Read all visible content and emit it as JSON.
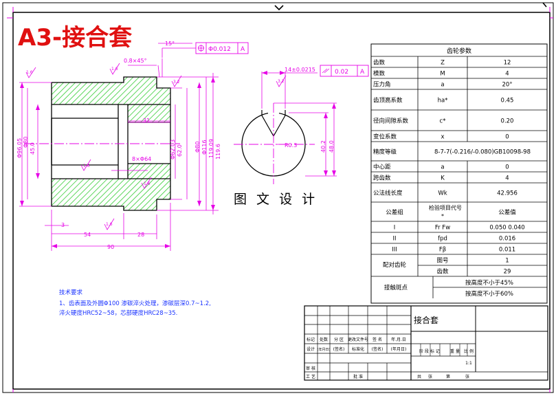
{
  "sheet_title": "A3-接合套",
  "watermark": "图 文 设 计",
  "colors": {
    "magenta": "#e600e6",
    "green": "#33cc33",
    "title_red": "#e01010",
    "blue": "#1a33ff",
    "black": "#000000"
  },
  "drawing": {
    "tolerances": {
      "position": "Φ0.012",
      "position_datum": "A",
      "parallel": "0.02",
      "parallel_datum": "A"
    },
    "dims": {
      "tl_chamfer": "0.8×45°",
      "angle": "15°",
      "d_9605": "Φ96.05",
      "d_45": "45.0",
      "d_80": "Φ80",
      "d_31": "31",
      "d_6203": "Φ62.03",
      "d_62": "62.0",
      "d_80b": "Φ80",
      "d_116": "Φ116",
      "d_11909": "119.09",
      "d_1196": "119.6",
      "spline": "8×Φ64",
      "len_3": "3",
      "len_54": "54",
      "len_28": "28",
      "len_90": "90",
      "width_14": "14±0.0215",
      "r03": "R0.3",
      "h_402": "40.2",
      "h_480": "48.0",
      "rough1": "1.6",
      "rough2": "1.6",
      "rough3": "1.6",
      "rough4": "1.6",
      "rough5": "3.2",
      "rough6": "1.6",
      "rough7": "3.2"
    }
  },
  "notes": {
    "heading": "技术要求",
    "line1": "1、齿表面及外圆Φ100 渗碳淬火处理，渗碳层深0.7~1.2,",
    "line2": "淬火硬度HRC52~58，芯部硬度HRC28~35."
  },
  "params": {
    "title": "齿轮参数",
    "rows": [
      {
        "name": "齿数",
        "sym": "Z",
        "val": "12"
      },
      {
        "name": "模数",
        "sym": "M",
        "val": "4"
      },
      {
        "name": "压力角",
        "sym": "a",
        "val": "20°"
      },
      {
        "name": "齿顶高系数",
        "sym": "ha*",
        "val": "0.45"
      },
      {
        "name": "径向间隙系数",
        "sym": "c*",
        "val": "0.20"
      },
      {
        "name": "变位系数",
        "sym": "x",
        "val": "0"
      },
      {
        "name": "精度等级",
        "combined": "8-7-7(-0.216/-0.080)GB10098-98"
      },
      {
        "name": "中心距",
        "sym": "a",
        "val": "0"
      },
      {
        "name": "跨齿数",
        "sym": "K",
        "val": "4"
      },
      {
        "name": "公法线长度",
        "sym": "Wk",
        "val": "42.956"
      }
    ],
    "group_label": "公差组",
    "group_h1": "检验项目代号",
    "group_h1b": "*",
    "group_h2": "公差值",
    "group_rows": [
      {
        "grp": "I",
        "code": "Fr  Fw",
        "val": "0.050  0.040"
      },
      {
        "grp": "II",
        "code": "fpd",
        "val": "0.016"
      },
      {
        "grp": "III",
        "code": "Fβ",
        "val": "0.011"
      }
    ],
    "pair_label": "配对齿轮",
    "pair_rows": [
      {
        "k": "图号",
        "v": "1"
      },
      {
        "k": "齿数",
        "v": "29"
      }
    ],
    "contact_label": "接触斑点",
    "contact_rows": [
      "按高度不小于45%",
      "按高度不小于60%"
    ]
  },
  "titleblock": {
    "part_name": "接合套",
    "row_labels": [
      "标记",
      "处数",
      "分 区",
      "更改文件号",
      "签 名",
      "年.月.日"
    ],
    "row2": [
      "设计",
      "(签名)",
      "(年月日)",
      "标准化",
      "(签名)",
      "(年月日)"
    ],
    "row3": [
      "审 核"
    ],
    "row4": [
      "工 艺",
      "批 准"
    ],
    "stage_labels": [
      "阶 段 标 记",
      "重 量",
      "比 例"
    ],
    "scale": "1:1",
    "sheet_labels": [
      "共",
      "张",
      "第",
      "张"
    ]
  }
}
